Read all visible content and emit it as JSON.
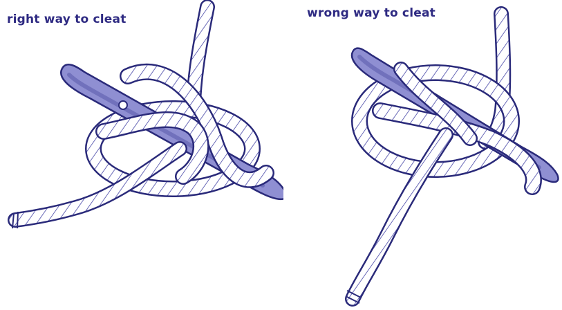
{
  "panels": [
    {
      "caption": "right way to cleat"
    },
    {
      "caption": "wrong way to cleat"
    }
  ],
  "colors": {
    "caption": "#2e2a82",
    "ink": "#2a2a7a",
    "cleat_fill": "#8f8fd2",
    "cleat_shade": "#5e5eae",
    "rope_fill": "#ffffff",
    "rope_shade": "#c7c7ea"
  },
  "icons": [
    "cleat-illustration",
    "rope-illustration"
  ]
}
